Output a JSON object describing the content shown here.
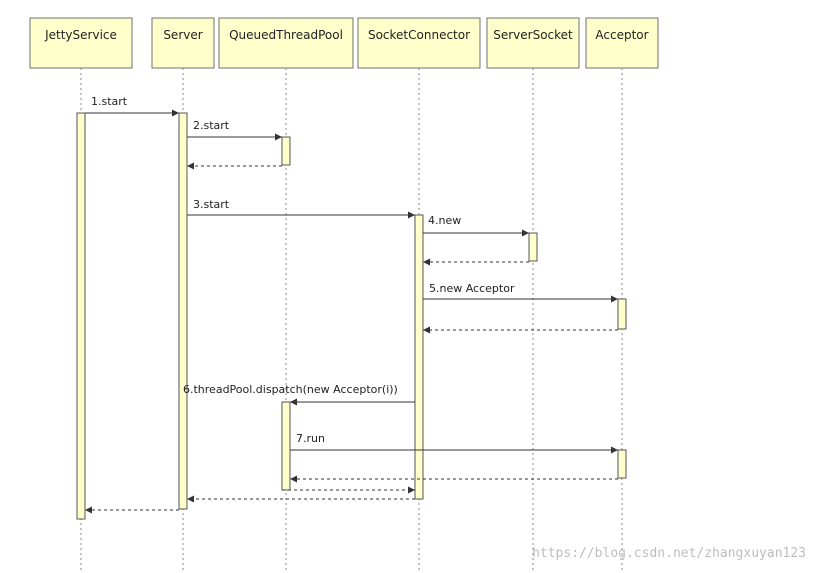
{
  "participants": [
    {
      "id": "jetty",
      "label": "JettyService"
    },
    {
      "id": "server",
      "label": "Server"
    },
    {
      "id": "qtp",
      "label": "QueuedThreadPool"
    },
    {
      "id": "sc",
      "label": "SocketConnector"
    },
    {
      "id": "ss",
      "label": "ServerSocket"
    },
    {
      "id": "acc",
      "label": "Acceptor"
    }
  ],
  "messages": [
    {
      "label": "1.start",
      "from": "jetty",
      "to": "server",
      "type": "call"
    },
    {
      "label": "2.start",
      "from": "server",
      "to": "qtp",
      "type": "call"
    },
    {
      "label": "",
      "from": "qtp",
      "to": "server",
      "type": "return"
    },
    {
      "label": "3.start",
      "from": "server",
      "to": "sc",
      "type": "call"
    },
    {
      "label": "4.new",
      "from": "sc",
      "to": "ss",
      "type": "call"
    },
    {
      "label": "",
      "from": "ss",
      "to": "sc",
      "type": "return"
    },
    {
      "label": "5.new Acceptor",
      "from": "sc",
      "to": "acc",
      "type": "call"
    },
    {
      "label": "",
      "from": "acc",
      "to": "sc",
      "type": "return"
    },
    {
      "label": "6.threadPool.dispatch(new Acceptor(i))",
      "from": "sc",
      "to": "qtp",
      "type": "call"
    },
    {
      "label": "7.run",
      "from": "qtp",
      "to": "acc",
      "type": "call"
    },
    {
      "label": "",
      "from": "acc",
      "to": "qtp",
      "type": "return"
    },
    {
      "label": "",
      "from": "qtp",
      "to": "sc",
      "type": "return"
    },
    {
      "label": "",
      "from": "sc",
      "to": "server",
      "type": "return"
    },
    {
      "label": "",
      "from": "server",
      "to": "jetty",
      "type": "return"
    }
  ],
  "watermark": "https://blog.csdn.net/zhangxuyan123"
}
